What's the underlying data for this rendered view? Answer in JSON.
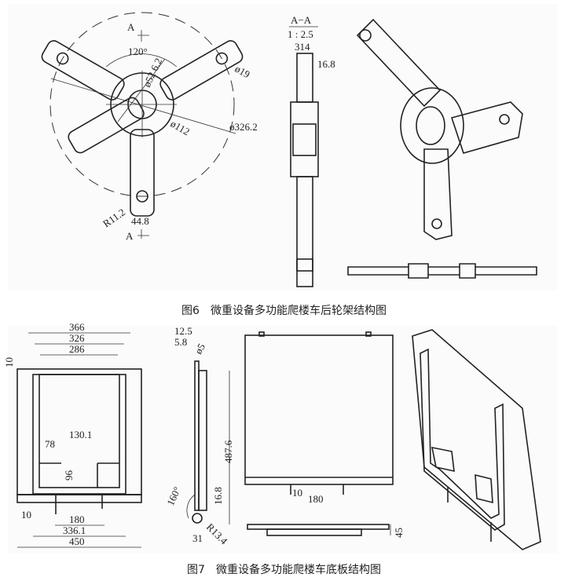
{
  "figure6": {
    "caption": "图6　微重设备多功能爬楼车后轮架结构图",
    "front_view": {
      "section_mark": "A",
      "angle": "120°",
      "d_hub": "ø52 6.2",
      "d_hole": "ø19",
      "d_bore": "ø112",
      "d_pcd": "ø326.2",
      "radius": "R11.2",
      "arm_width": "44.8",
      "section_mark_bottom": "A"
    },
    "section_view": {
      "title": "A−A",
      "scale": "1 : 2.5",
      "d1": "314",
      "d2": "16.8"
    }
  },
  "figure7": {
    "caption": "图7　微重设备多功能爬楼车底板结构图",
    "front_view": {
      "w1": "366",
      "w2": "326",
      "w3": "286",
      "h_tab": "10",
      "d130": "130.1",
      "d78": "78",
      "d96": "96",
      "d10": "10",
      "d180": "180",
      "d336": "336.1",
      "d450": "450"
    },
    "side_view": {
      "d12": "12.5",
      "d5_8": "5.8",
      "d_hole": "ø5",
      "h": "487.6",
      "d16": "16.8",
      "angle": "160°",
      "r": "R13.4",
      "d31": "31"
    },
    "plate_view": {
      "d10": "10",
      "d180": "180",
      "d45": "45"
    }
  },
  "colors": {
    "line": "#222222",
    "background": "#ffffff"
  }
}
